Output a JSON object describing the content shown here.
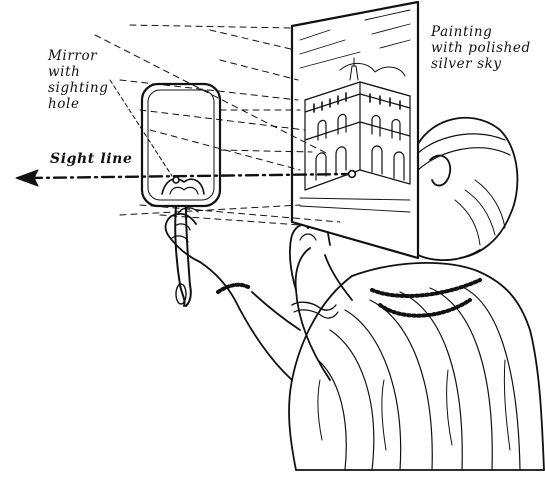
{
  "labels": {
    "mirror": [
      "Mirror",
      "with",
      "sighting",
      "hole"
    ],
    "painting": [
      "Painting",
      "with polished",
      "silver sky"
    ],
    "sight_line": "Sight line"
  },
  "colors": {
    "ink": "#111111",
    "paper": "#ffffff"
  }
}
